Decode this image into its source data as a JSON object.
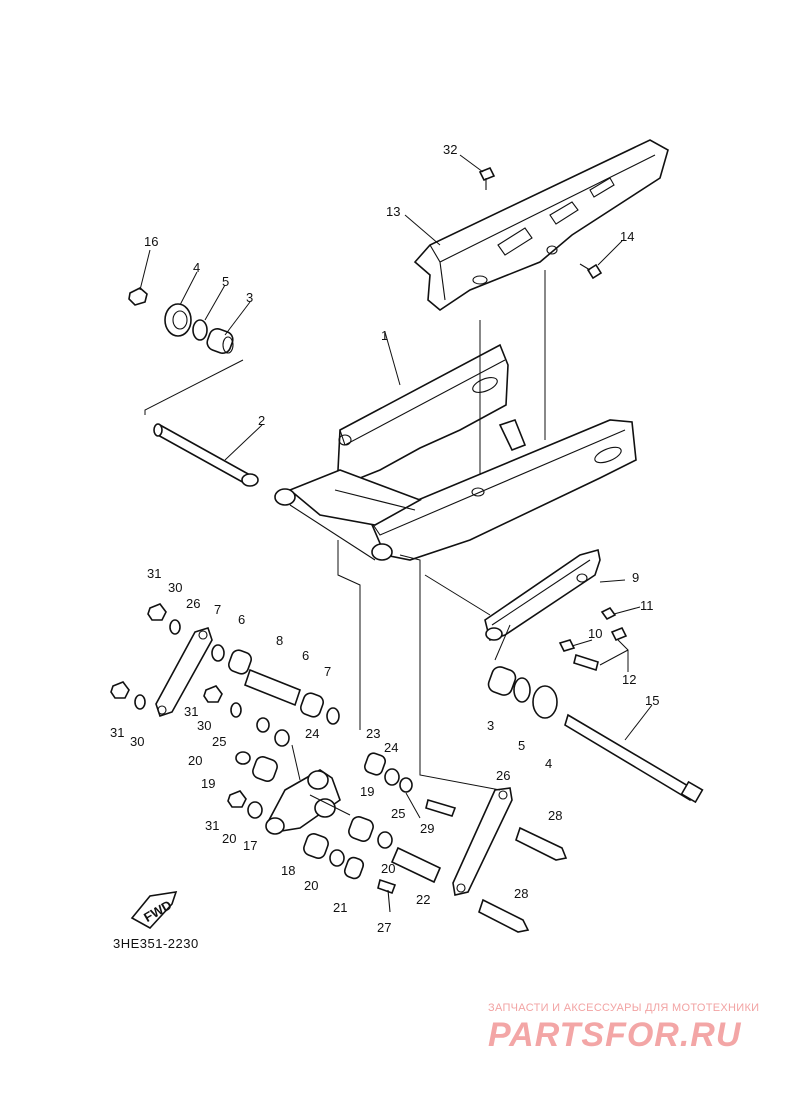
{
  "diagram": {
    "code": "3HE351-2230",
    "fwd_label": "FWD",
    "labels": [
      "1",
      "2",
      "3",
      "4",
      "5",
      "6",
      "7",
      "8",
      "9",
      "10",
      "11",
      "12",
      "13",
      "14",
      "15",
      "16",
      "17",
      "18",
      "19",
      "20",
      "21",
      "22",
      "23",
      "24",
      "25",
      "26",
      "27",
      "28",
      "29",
      "30",
      "31",
      "32"
    ]
  },
  "watermark": {
    "line1": "ЗАПЧАСТИ И АКСЕССУАРЫ ДЛЯ МОТОТЕХНИКИ",
    "line2": "PARTSFOR.RU"
  }
}
